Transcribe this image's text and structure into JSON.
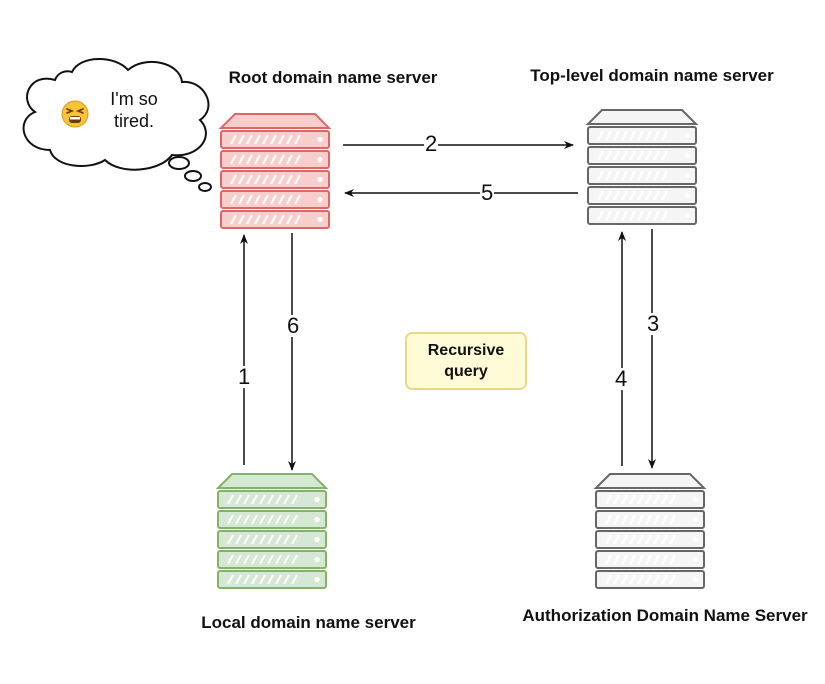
{
  "servers": {
    "root": {
      "label": "Root domain name server",
      "color": "#e06666",
      "fill": "#f8cecc"
    },
    "tld": {
      "label": "Top-level domain name server",
      "color": "#666666",
      "fill": "#f5f5f5"
    },
    "local": {
      "label": "Local domain name server",
      "color": "#82b366",
      "fill": "#d5e8d4"
    },
    "auth": {
      "label": "Authorization Domain Name Server",
      "color": "#666666",
      "fill": "#f5f5f5"
    }
  },
  "steps": [
    "1",
    "2",
    "3",
    "4",
    "5",
    "6"
  ],
  "recursive_query": "Recursive query",
  "thought_bubble": {
    "text": "I'm so tired.",
    "emoji": "tired-face-emoji"
  }
}
